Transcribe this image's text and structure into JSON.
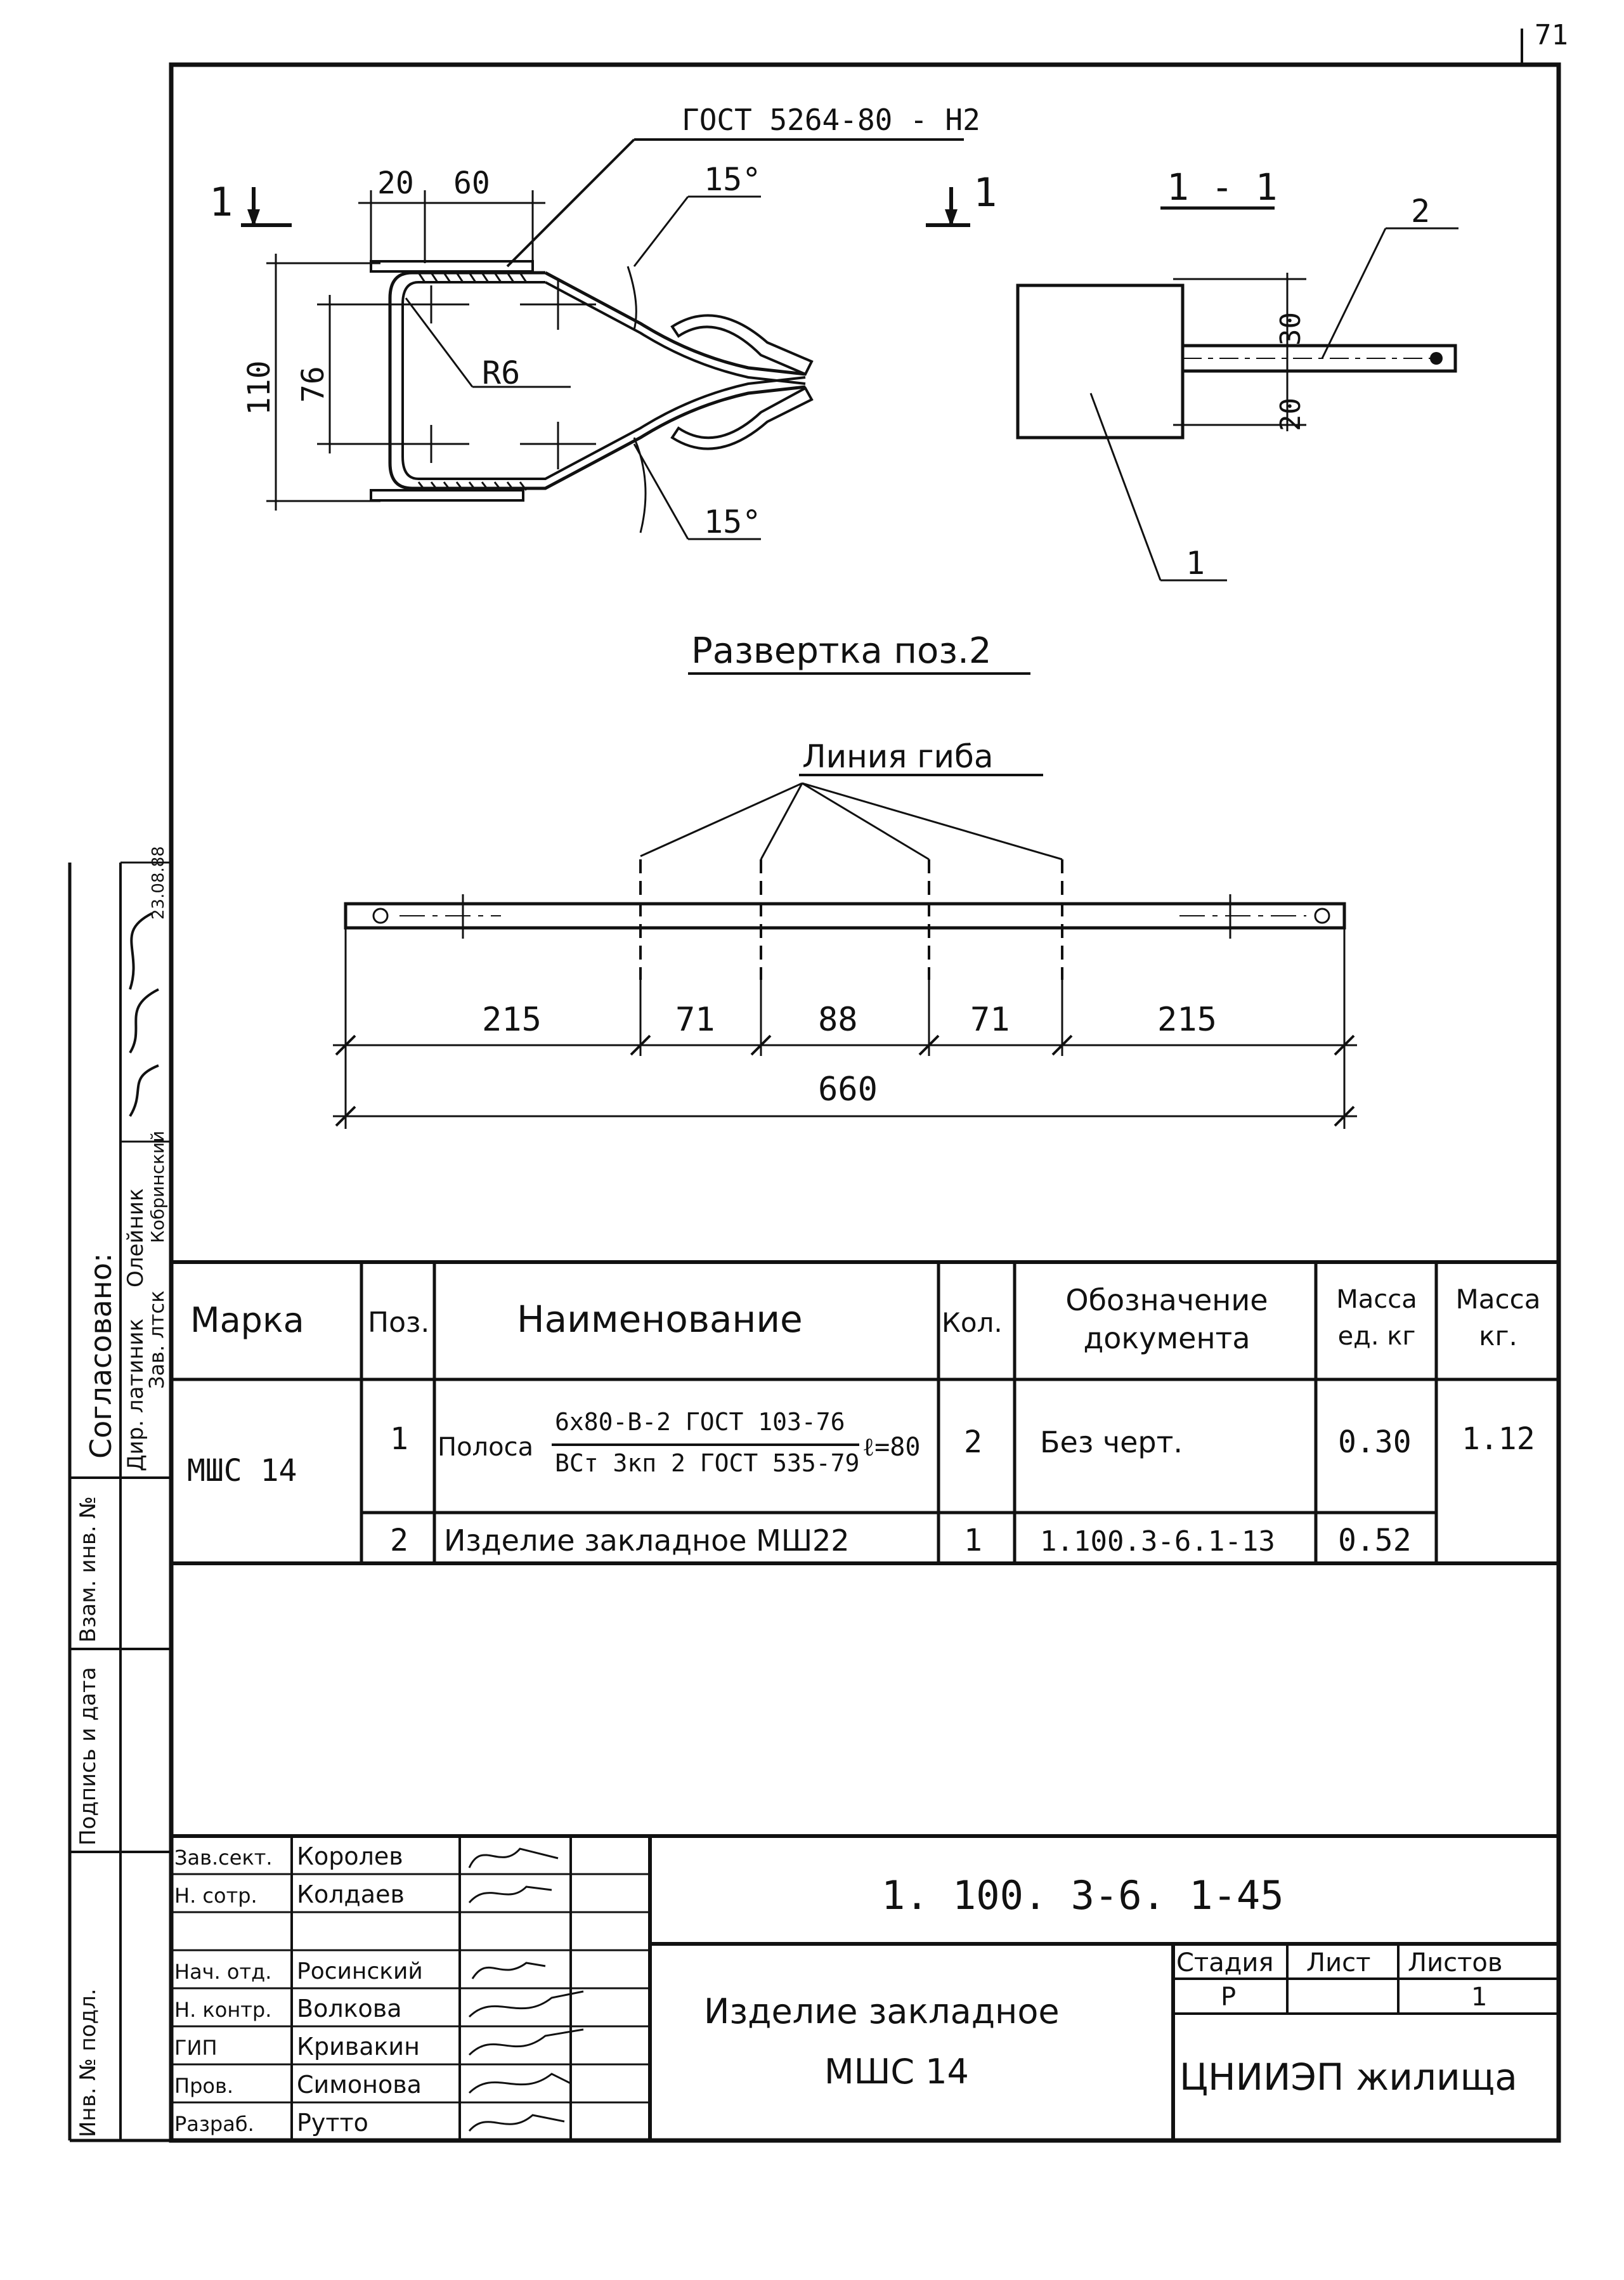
{
  "page_number": "71",
  "drawing": {
    "weld_callout": "ГОСТ 5264-80 - Н2",
    "section_mark_left": "1",
    "section_mark_right": "1",
    "section_title": "1 - 1",
    "dims_top": [
      "20",
      "60"
    ],
    "angle_top": "15°",
    "angle_bottom": "15°",
    "dim_height_outer": "110",
    "dim_height_inner": "76",
    "radius": "R6",
    "section_dims": [
      "30",
      "20"
    ],
    "leader_1": "1",
    "leader_2": "2"
  },
  "development": {
    "title": "Развертка поз.2",
    "bend_line_label": "Линия гиба",
    "segments": [
      "215",
      "71",
      "88",
      "71",
      "215"
    ],
    "total": "660"
  },
  "spec_table": {
    "headers": [
      "Марка",
      "Поз.",
      "Наименование",
      "Кол.",
      "Обозначение документа",
      "Масса ед. кг",
      "Масса кг."
    ],
    "mark": "МШС 14",
    "total_mass": "1.12",
    "rows": [
      {
        "pos": "1",
        "name_prefix": "Полоса",
        "name_top": "6x80-B-2 ГОСТ 103-76",
        "name_bottom": "ВСт 3кп 2 ГОСТ 535-79",
        "name_suffix": "ℓ=80",
        "qty": "2",
        "doc": "Без черт.",
        "mass": "0.30"
      },
      {
        "pos": "2",
        "name": "Изделие закладное МШ22",
        "qty": "1",
        "doc": "1.100.3-6.1-13",
        "mass": "0.52"
      }
    ]
  },
  "side_stamp": {
    "agreed": "Согласовано:",
    "roles": [
      "Дир. латиник",
      "Зав. лтск"
    ],
    "names": [
      "Олейник",
      "Кобринский"
    ],
    "date": "23.08.88",
    "fields": [
      "Инв. № подл.",
      "Подпись и дата",
      "Взам. инв. №"
    ]
  },
  "title_block": {
    "code": "1. 100. 3-6. 1-45",
    "staff": [
      {
        "role": "Зав.сект.",
        "name": "Королев"
      },
      {
        "role": "Н. сотр.",
        "name": "Колдаев"
      },
      {
        "role": "",
        "name": ""
      },
      {
        "role": "Нач. отд.",
        "name": "Росинский"
      },
      {
        "role": "Н. контр.",
        "name": "Волкова"
      },
      {
        "role": "ГИП",
        "name": "Кривакин"
      },
      {
        "role": "Пров.",
        "name": "Симонова"
      },
      {
        "role": "Разраб.",
        "name": "Рутто"
      }
    ],
    "title_line1": "Изделие закладное",
    "title_line2": "МШС 14",
    "stage_header": "Стадия",
    "sheet_header": "Лист",
    "sheets_header": "Листов",
    "stage": "Р",
    "sheet": "",
    "sheets": "1",
    "organization": "ЦНИИЭП жилища"
  }
}
